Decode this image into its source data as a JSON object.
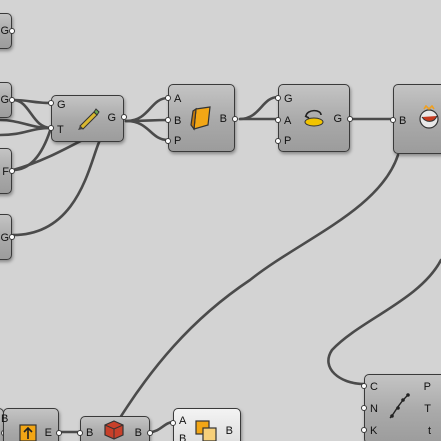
{
  "components": {
    "edge1": {
      "out": "G"
    },
    "edge2": {
      "out": "G"
    },
    "edge3": {
      "out": "F"
    },
    "edge4": {
      "out": "G"
    },
    "vector": {
      "in": [
        "G",
        "T"
      ],
      "out": "G",
      "icon": "pencil-vector-icon"
    },
    "extrude": {
      "in": [
        "A",
        "B",
        "P"
      ],
      "out": "B",
      "icon": "orange-prism-icon"
    },
    "ellipse": {
      "in": [
        "G",
        "A",
        "P"
      ],
      "out": "G",
      "icon": "ellipse-arc-icon"
    },
    "preview": {
      "in": [
        "B"
      ],
      "icon": "shaded-brep-icon"
    },
    "points": {
      "in": [
        "C",
        "N",
        "K"
      ],
      "out": [
        "P",
        "T",
        "t"
      ],
      "icon": "divide-curve-icon"
    },
    "bottom1": {
      "in": [
        "B"
      ],
      "out": "E",
      "icon": "box-upload-icon"
    },
    "bottom2": {
      "in": [
        "B"
      ],
      "out": "B",
      "icon": "red-cube-icon"
    },
    "bottom3": {
      "in": [
        "A",
        "B"
      ],
      "out": "B",
      "icon": "orange-union-icon"
    }
  },
  "colors": {
    "canvas": "#d3d3d3",
    "wire": "#4b4b4b",
    "component": "#aaaaaa",
    "accent": "#f0a020"
  }
}
